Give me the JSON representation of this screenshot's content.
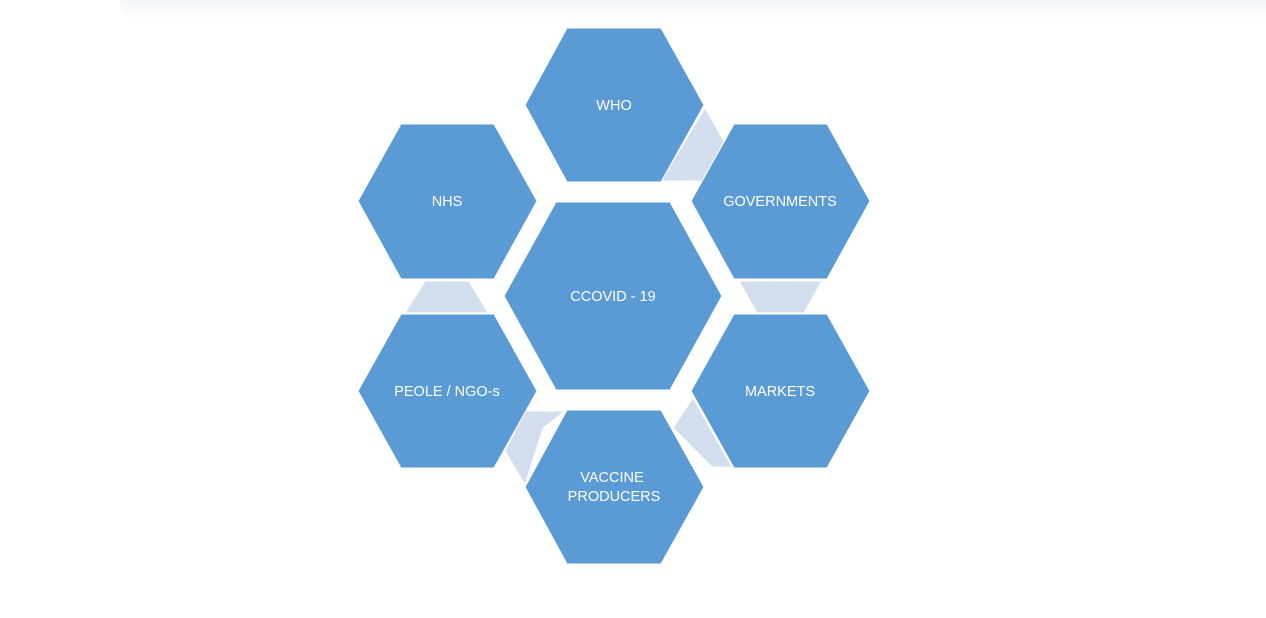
{
  "diagram": {
    "colors": {
      "hex_fill": "#5b9bd5",
      "connector_fill": "#d2ddee",
      "text": "#ffffff"
    },
    "center": {
      "label": "CCOVID - 19"
    },
    "nodes": [
      {
        "id": "who",
        "lines": [
          "WHO"
        ]
      },
      {
        "id": "governments",
        "lines": [
          "GOVERNMENTS"
        ]
      },
      {
        "id": "markets",
        "lines": [
          "MARKETS"
        ]
      },
      {
        "id": "vaccine-producers",
        "lines": [
          "VACCINE",
          "PRODUCERS"
        ]
      },
      {
        "id": "peole-ngos",
        "lines": [
          "PEOLE / NGO-s"
        ]
      },
      {
        "id": "nhs",
        "lines": [
          "NHS"
        ]
      }
    ]
  }
}
